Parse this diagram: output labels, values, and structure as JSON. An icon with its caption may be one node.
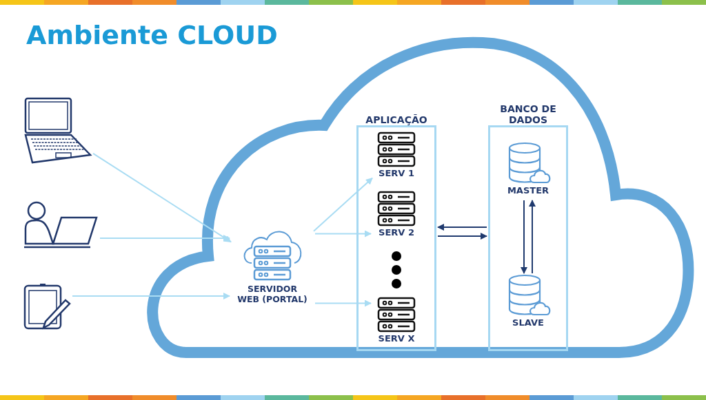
{
  "diagram": {
    "title": "Ambiente CLOUD",
    "nodes": [
      {
        "text": [],
        "shape": "laptop"
      },
      {
        "text": [],
        "shape": "person"
      },
      {
        "text": [],
        "shape": "tablet"
      },
      {
        "text": [
          "SERVIDOR WEB (PORTAL)"
        ]
      },
      {
        "text": [
          "APLICAÇÃO"
        ]
      },
      {
        "text": [
          "SERV 1"
        ],
        "in": 4
      },
      {
        "text": [
          "SERV 2"
        ],
        "in": 4
      },
      {
        "text": [
          "SERV X"
        ],
        "in": 4
      },
      {
        "text": [
          "BANCO DE DADOS"
        ]
      },
      {
        "text": [
          "MASTER"
        ],
        "in": 8
      },
      {
        "text": [
          "SLAVE"
        ],
        "in": 8
      }
    ],
    "edges": [
      {
        "from": 0,
        "to": 3,
        "arrow": "to"
      },
      {
        "from": 1,
        "to": 3,
        "arrow": "to"
      },
      {
        "from": 2,
        "to": 3,
        "arrow": "to"
      },
      {
        "from": 3,
        "to": 5,
        "arrow": "to"
      },
      {
        "from": 3,
        "to": 6,
        "arrow": "to"
      },
      {
        "from": 3,
        "to": 7,
        "arrow": "to"
      },
      {
        "from": 8,
        "to": 4,
        "arrow": "to",
        "color": "#1f3a6e"
      },
      {
        "from": 4,
        "to": 8,
        "arrow": "to",
        "color": "#1f3a6e"
      },
      {
        "from": 9,
        "to": 10,
        "arrow": "to",
        "color": "#1f3a6e"
      },
      {
        "from": 10,
        "to": 9,
        "arrow": "to",
        "color": "#1f3a6e"
      }
    ]
  }
}
